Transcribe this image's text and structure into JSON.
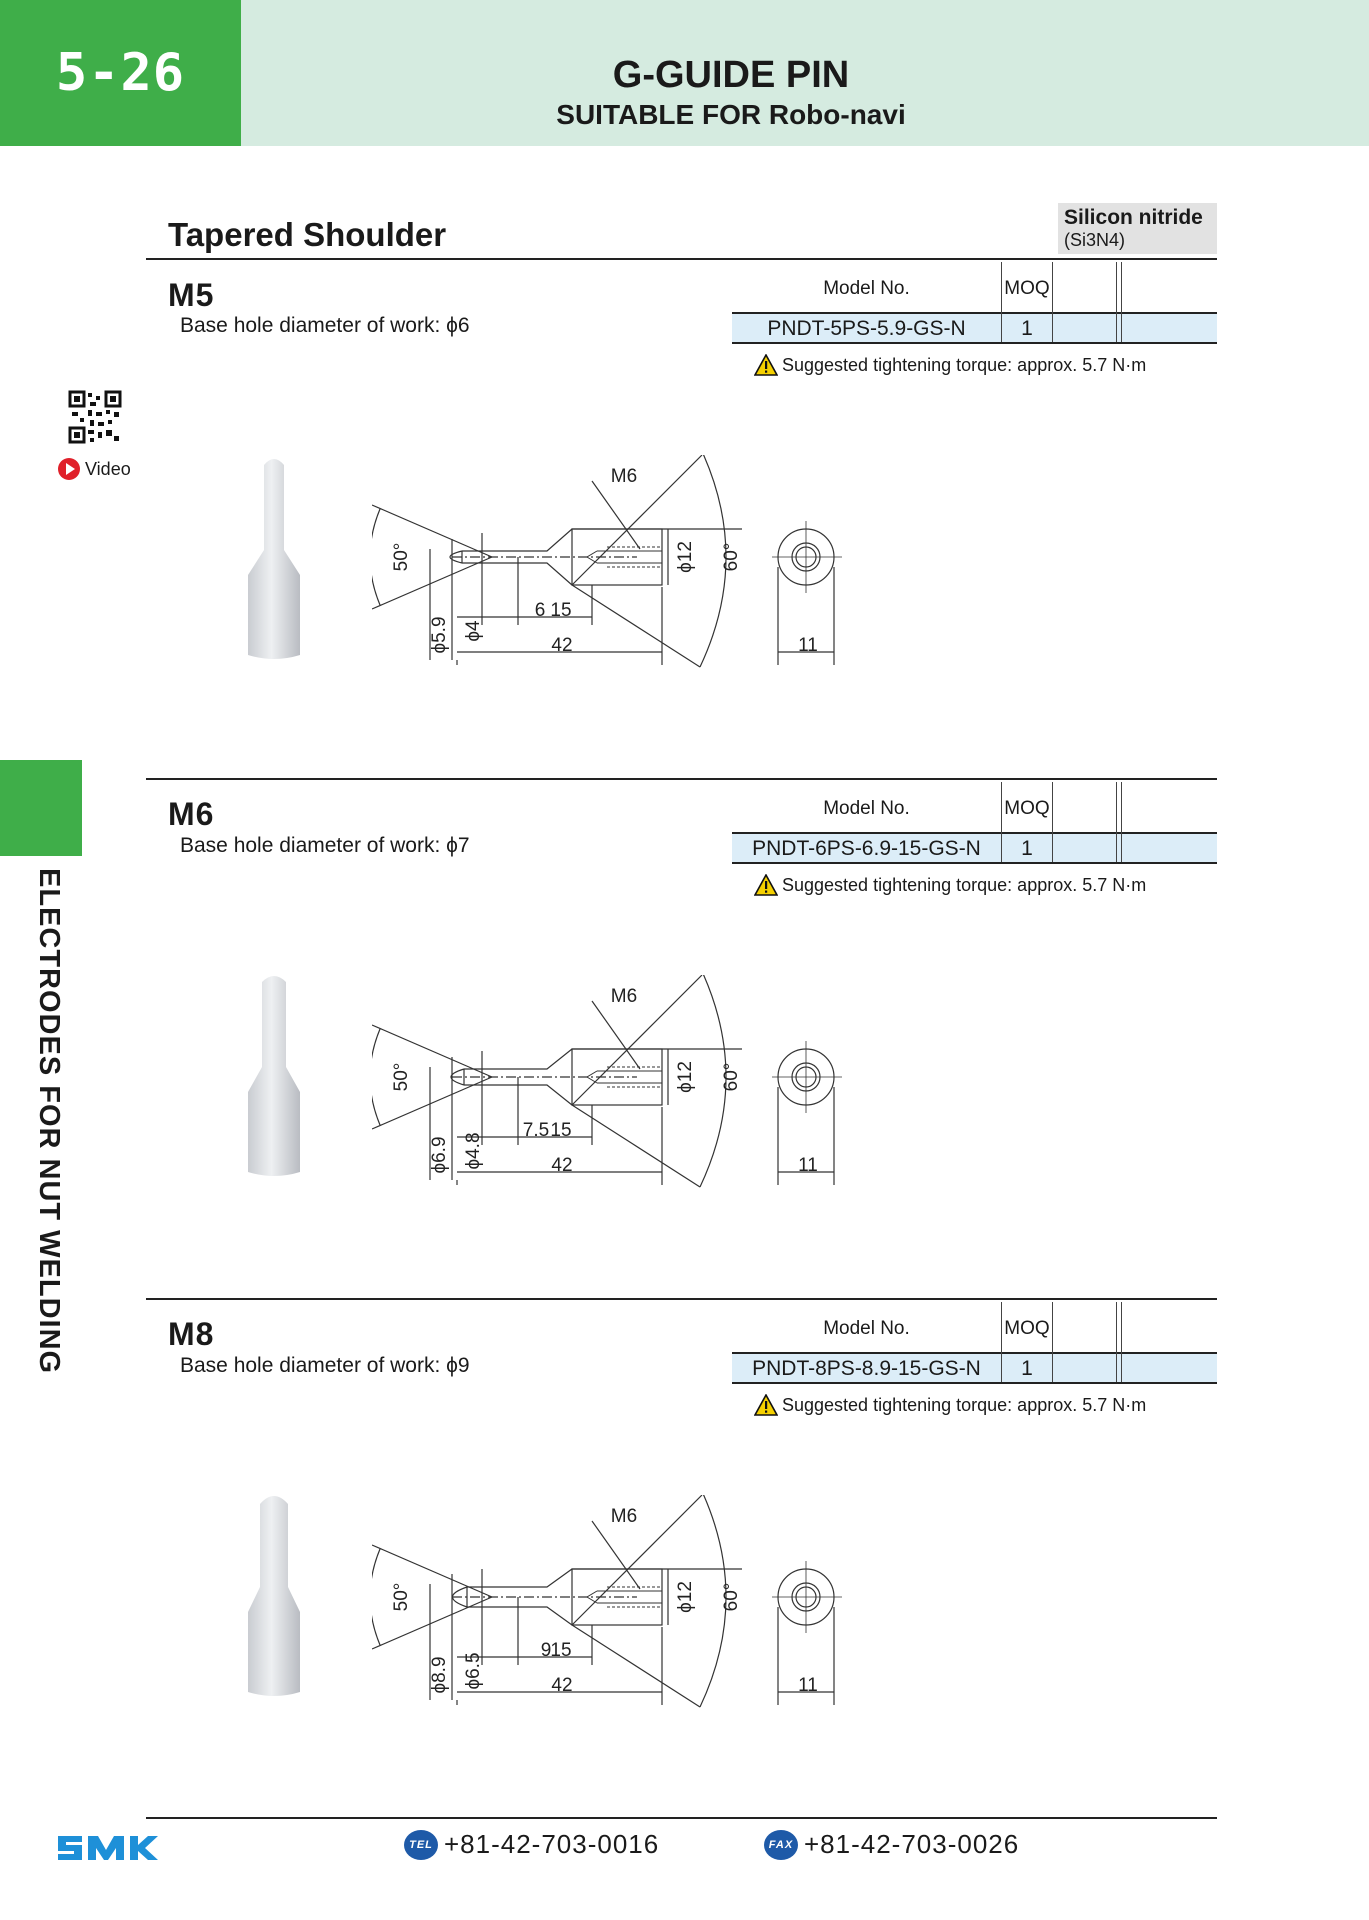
{
  "header": {
    "page_number": "5-26",
    "title": "G-GUIDE PIN",
    "subtitle": "SUITABLE FOR Robo-navi"
  },
  "section": {
    "title": "Tapered Shoulder",
    "material_name": "Silicon nitride",
    "material_formula": "(Si3N4)"
  },
  "sidebar": {
    "vertical_title": "ELECTRODES FOR NUT WELDING",
    "video_label": "Video"
  },
  "table_headers": {
    "model": "Model No.",
    "moq": "MOQ"
  },
  "products": [
    {
      "size": "M5",
      "base_hole": "Base hole diameter of work: ϕ6",
      "model": "PNDT-5PS-5.9-GS-N",
      "moq": "1",
      "torque": "Suggested tightening torque: approx. 5.7 N·m",
      "dims": {
        "thread": "M6",
        "angle_tip": "50°",
        "angle_shoulder": "60°",
        "dia_outer": "ϕ5.9",
        "dia_inner": "ϕ4",
        "len_tip": "6",
        "len_mid": "15",
        "len_total": "42",
        "dia_body": "ϕ12",
        "hex": "11"
      }
    },
    {
      "size": "M6",
      "base_hole": "Base hole diameter of work: ϕ7",
      "model": "PNDT-6PS-6.9-15-GS-N",
      "moq": "1",
      "torque": "Suggested tightening torque: approx. 5.7 N·m",
      "dims": {
        "thread": "M6",
        "angle_tip": "50°",
        "angle_shoulder": "60°",
        "dia_outer": "ϕ6.9",
        "dia_inner": "ϕ4.8",
        "len_tip": "7.5",
        "len_mid": "15",
        "len_total": "42",
        "dia_body": "ϕ12",
        "hex": "11"
      }
    },
    {
      "size": "M8",
      "base_hole": "Base hole diameter of work: ϕ9",
      "model": "PNDT-8PS-8.9-15-GS-N",
      "moq": "1",
      "torque": "Suggested tightening torque: approx. 5.7 N·m",
      "dims": {
        "thread": "M6",
        "angle_tip": "50°",
        "angle_shoulder": "60°",
        "dia_outer": "ϕ8.9",
        "dia_inner": "ϕ6.5",
        "len_tip": "9",
        "len_mid": "15",
        "len_total": "42",
        "dia_body": "ϕ12",
        "hex": "11"
      }
    }
  ],
  "footer": {
    "logo_text": "SMK",
    "tel_badge": "TEL",
    "tel": "+81-42-703-0016",
    "fax_badge": "FAX",
    "fax": "+81-42-703-0026"
  },
  "colors": {
    "green": "#3fae49",
    "mint": "#d5ebe0",
    "table_blue": "#dcedf8",
    "logo_blue": "#1e90d8"
  }
}
